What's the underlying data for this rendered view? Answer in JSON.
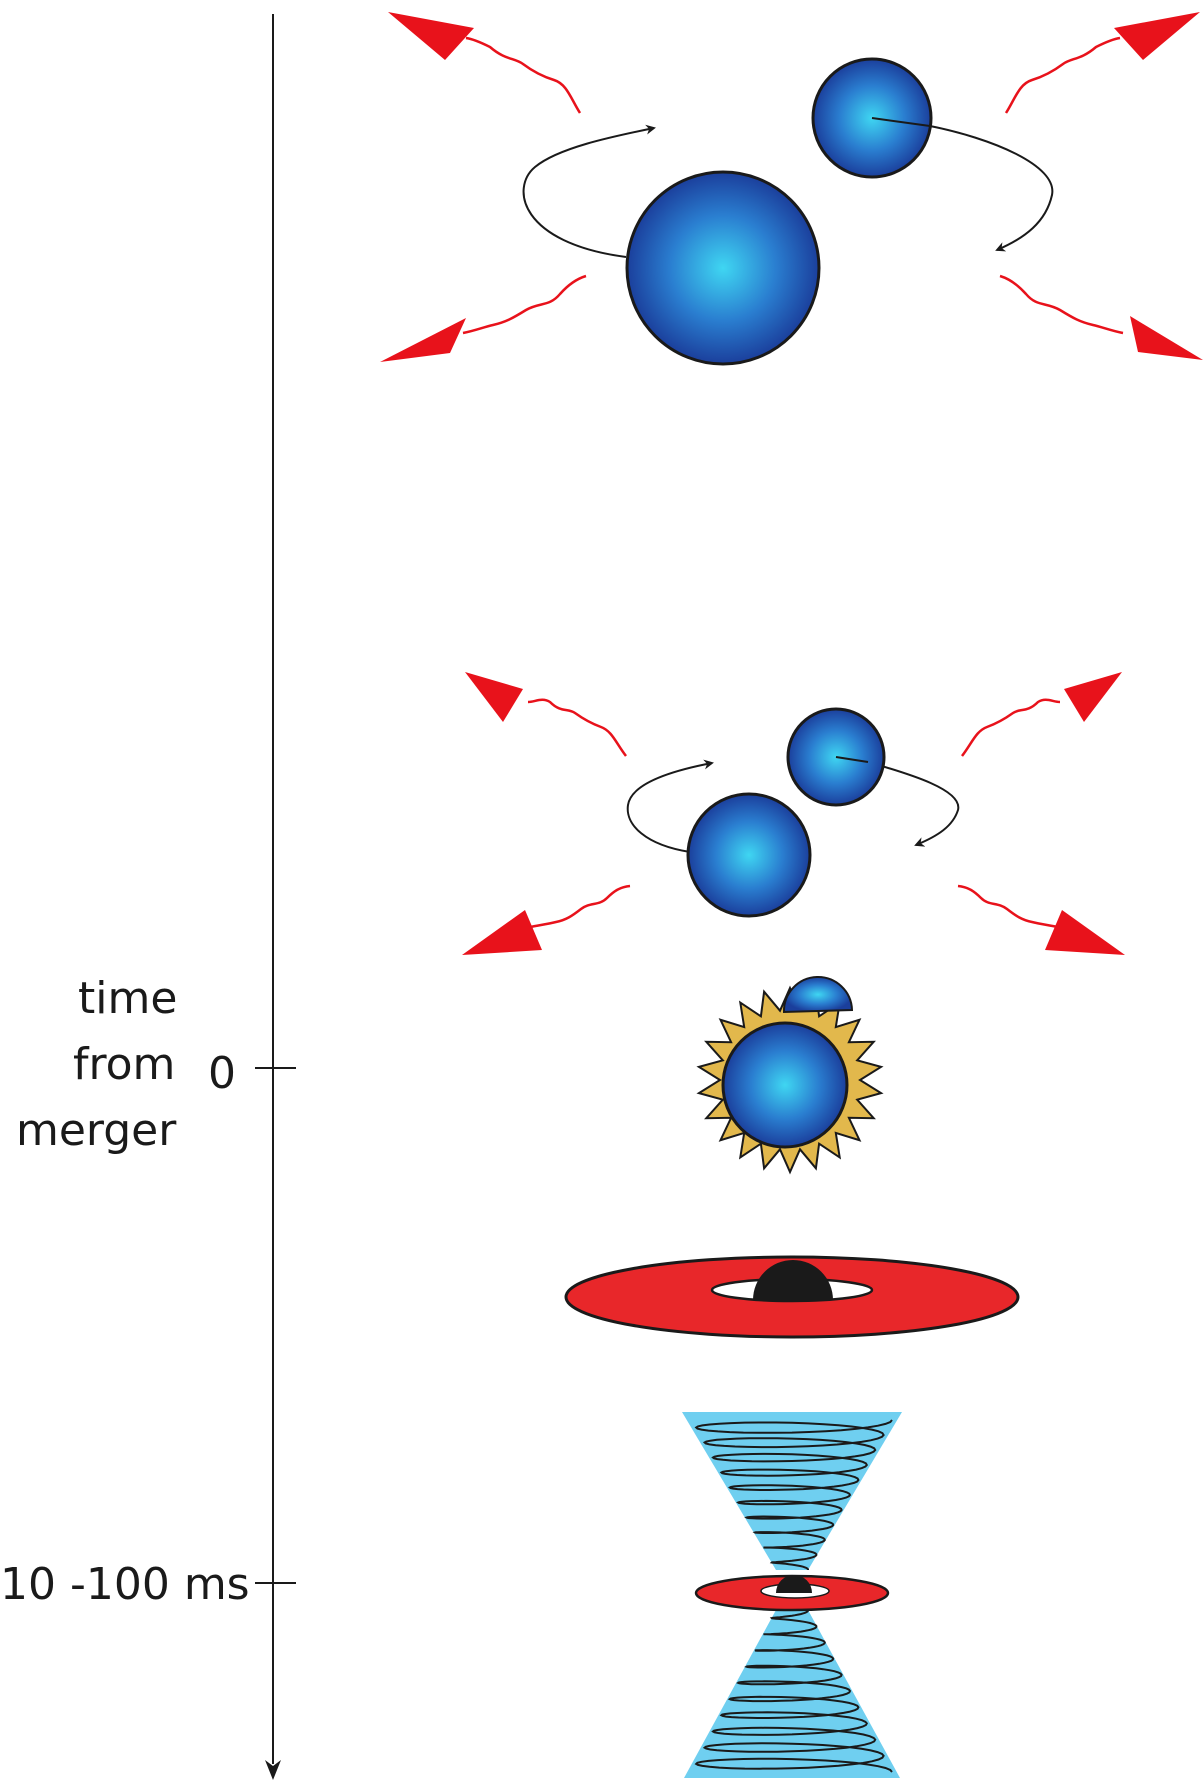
{
  "axis": {
    "label_lines": [
      "time",
      "from",
      "merger"
    ],
    "tick_zero": "0",
    "tick_late": "10 -100 ms"
  },
  "stages": [
    "wide-inspiral",
    "late-inspiral",
    "merger",
    "black-hole-with-disk",
    "jets"
  ],
  "colors": {
    "star_center": "#3fd6f2",
    "star_edge": "#1b3f9c",
    "gravitational_wave": "#e8121b",
    "disk": "#e8272a",
    "black_hole": "#1a1a1a",
    "jet": "#6fcff0",
    "flare": "#e2b84c"
  }
}
